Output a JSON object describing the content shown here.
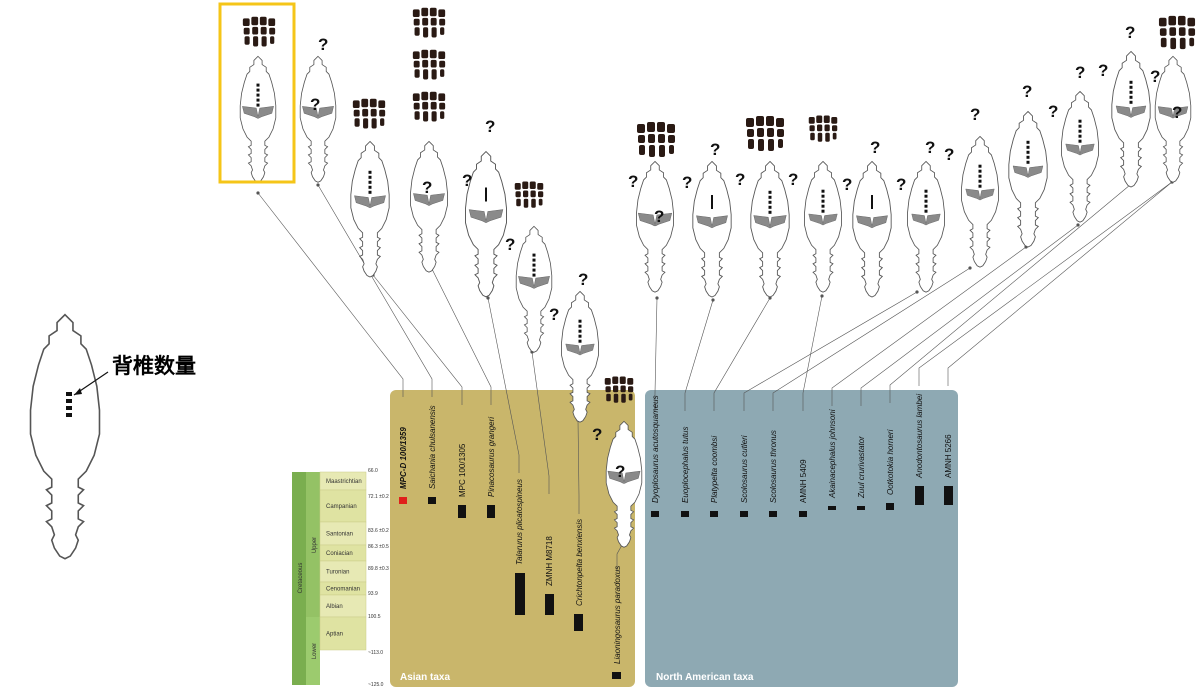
{
  "callout_label": "背椎数量",
  "regions": [
    {
      "name": "Asian taxa",
      "color": "#c9b66b"
    },
    {
      "name": "North American taxa",
      "color": "#8ea9b3"
    }
  ],
  "timescale": {
    "period": "Cretaceous",
    "epochs": [
      "Upper",
      "Lower"
    ],
    "stages": [
      "Maastrichtian",
      "Campanian",
      "Santonian",
      "Coniacian",
      "Turonian",
      "Cenomanian",
      "Albian",
      "Aptian"
    ],
    "ages": [
      "66.0",
      "72.1 ±0.2",
      "83.6 ±0.2",
      "86.3 ±0.5",
      "89.8 ±0.3",
      "93.9",
      "100.5",
      "~113.0",
      "~125.0"
    ]
  },
  "taxa": [
    {
      "name": "MPC-D 100/1359",
      "highlight": true
    },
    {
      "name": "Saichania chulsanensis"
    },
    {
      "name": "MPC 100/1305",
      "plain": true
    },
    {
      "name": "Pinacosaurus grangeri"
    },
    {
      "name": "Talarurus plicatospineus"
    },
    {
      "name": "ZMNH M8718",
      "plain": true
    },
    {
      "name": "Crichtonpelta benxiensis"
    },
    {
      "name": "Liaoningosaurus paradoxus"
    },
    {
      "name": "Dyoplosaurus acutosquameus"
    },
    {
      "name": "Euoplocephalus tutus"
    },
    {
      "name": "Platypelta coombsi"
    },
    {
      "name": "Scolosaurus cutleri"
    },
    {
      "name": "Scolosaurus thronus"
    },
    {
      "name": "AMNH 5409",
      "plain": true
    },
    {
      "name": "Akainacephalus johnsoni"
    },
    {
      "name": "Zuul crurivastator"
    },
    {
      "name": "Ootkotokia horneri"
    },
    {
      "name": "Anodontosaurus lambei"
    },
    {
      "name": "AMNH 5266",
      "plain": true
    }
  ],
  "colors": {
    "highlight_box": "#f5c518",
    "highlight_text": "#e0201b",
    "limb": "#2a1a14",
    "pelvis": "#8a8a8a"
  },
  "question_mark": "?"
}
